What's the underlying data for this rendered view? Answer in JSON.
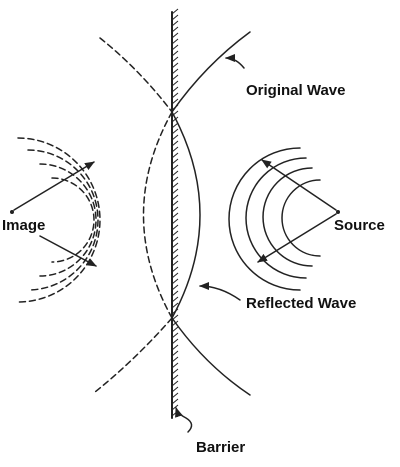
{
  "labels": {
    "original_wave": "Original Wave",
    "reflected_wave": "Reflected Wave",
    "image": "Image",
    "source": "Source",
    "barrier": "Barrier"
  },
  "colors": {
    "ink": "#222222",
    "background": "#ffffff"
  }
}
